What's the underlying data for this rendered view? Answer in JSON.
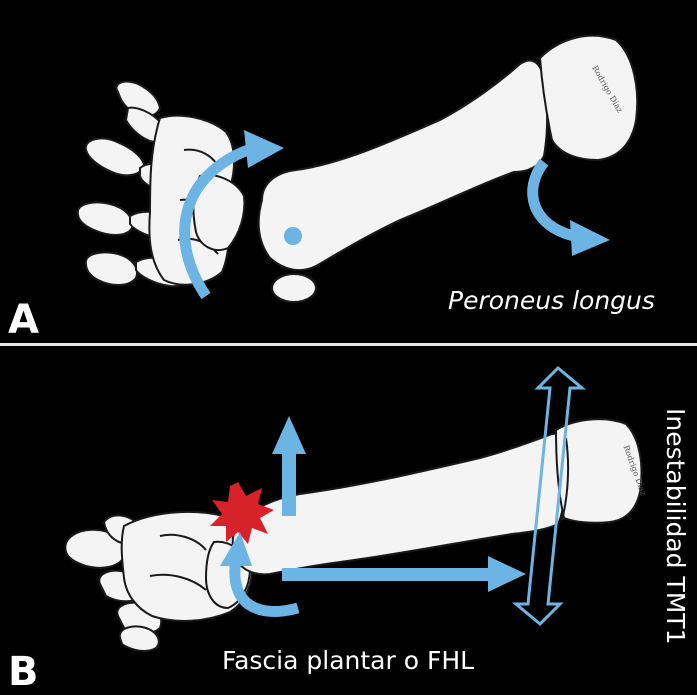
{
  "panel_a": {
    "letter": "A",
    "caption": "Peroneus longus",
    "signature": "Rodrigo Díaz"
  },
  "panel_b": {
    "letter": "B",
    "caption": "Fascia plantar o FHL",
    "vertical_caption": "Inestabilidad TMT1",
    "signature": "Rodrigo Díaz"
  },
  "colors": {
    "arrow": "#6cb4e4",
    "injury": "#d8222a",
    "bone": "#f4f4f4",
    "bone_outline": "#1a1a1a",
    "background": "#000000",
    "divider": "#e8e8e8"
  }
}
